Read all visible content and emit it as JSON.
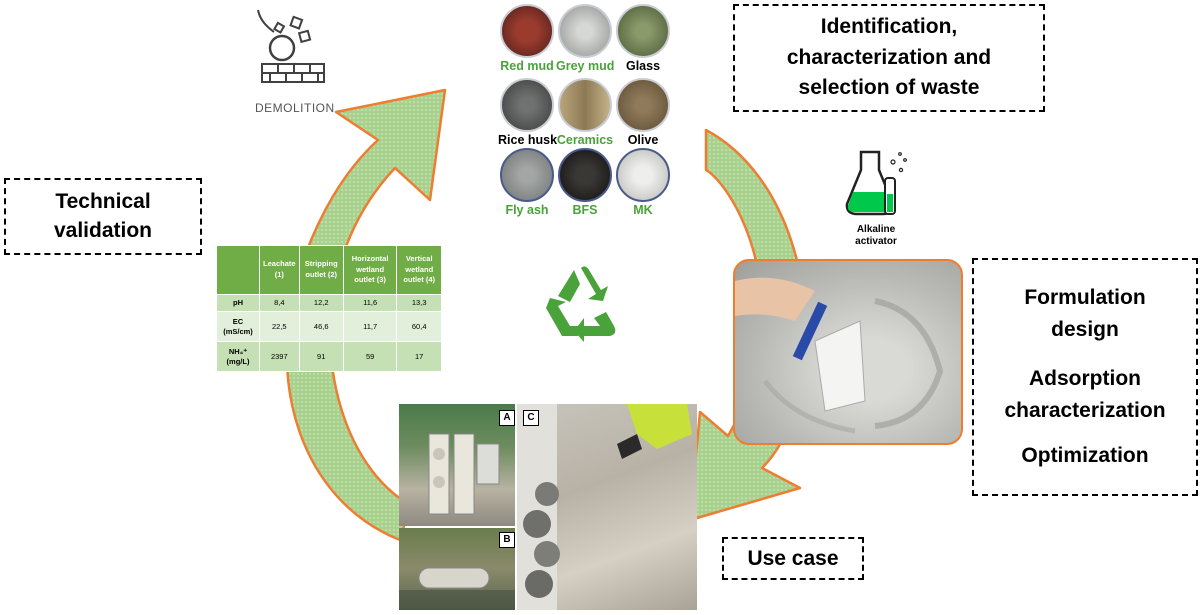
{
  "demolition_label": "DEMOLITION",
  "boxes": {
    "identification": "Identification, characterization and selection of waste",
    "technical_validation": "Technical validation",
    "use_case": "Use case",
    "formulation": [
      "Formulation design",
      "Adsorption characterization",
      "Optimization"
    ]
  },
  "wastes": [
    {
      "label": "Red mud",
      "color": "#4aa23b"
    },
    {
      "label": "Grey mud",
      "color": "#4aa23b"
    },
    {
      "label": "Glass",
      "color": "#000000"
    },
    {
      "label": "Rice husk",
      "color": "#000000"
    },
    {
      "label": "Ceramics",
      "color": "#4aa23b"
    },
    {
      "label": "Olive",
      "color": "#000000"
    },
    {
      "label": "Fly ash",
      "color": "#4aa23b"
    },
    {
      "label": "BFS",
      "color": "#4aa23b"
    },
    {
      "label": "MK",
      "color": "#4aa23b"
    }
  ],
  "activator_label": [
    "Alkaline",
    "activator"
  ],
  "table": {
    "headers": [
      "",
      "Leachate (1)",
      "Stripping outlet (2)",
      "Horizontal wetland outlet (3)",
      "Vertical wetland outlet (4)"
    ],
    "rows": [
      [
        "pH",
        "8,4",
        "12,2",
        "11,6",
        "13,3"
      ],
      [
        "EC (mS/cm)",
        "22,5",
        "46,6",
        "11,7",
        "60,4"
      ],
      [
        "NH₄⁺ (mg/L)",
        "2397",
        "91",
        "59",
        "17"
      ]
    ]
  },
  "photo_labels": [
    "A",
    "B",
    "C"
  ],
  "colors": {
    "arrow_fill": "#a9d18e",
    "arrow_stroke": "#ed7d31",
    "table_header": "#70ad47",
    "recycle": "#4aa23b"
  }
}
